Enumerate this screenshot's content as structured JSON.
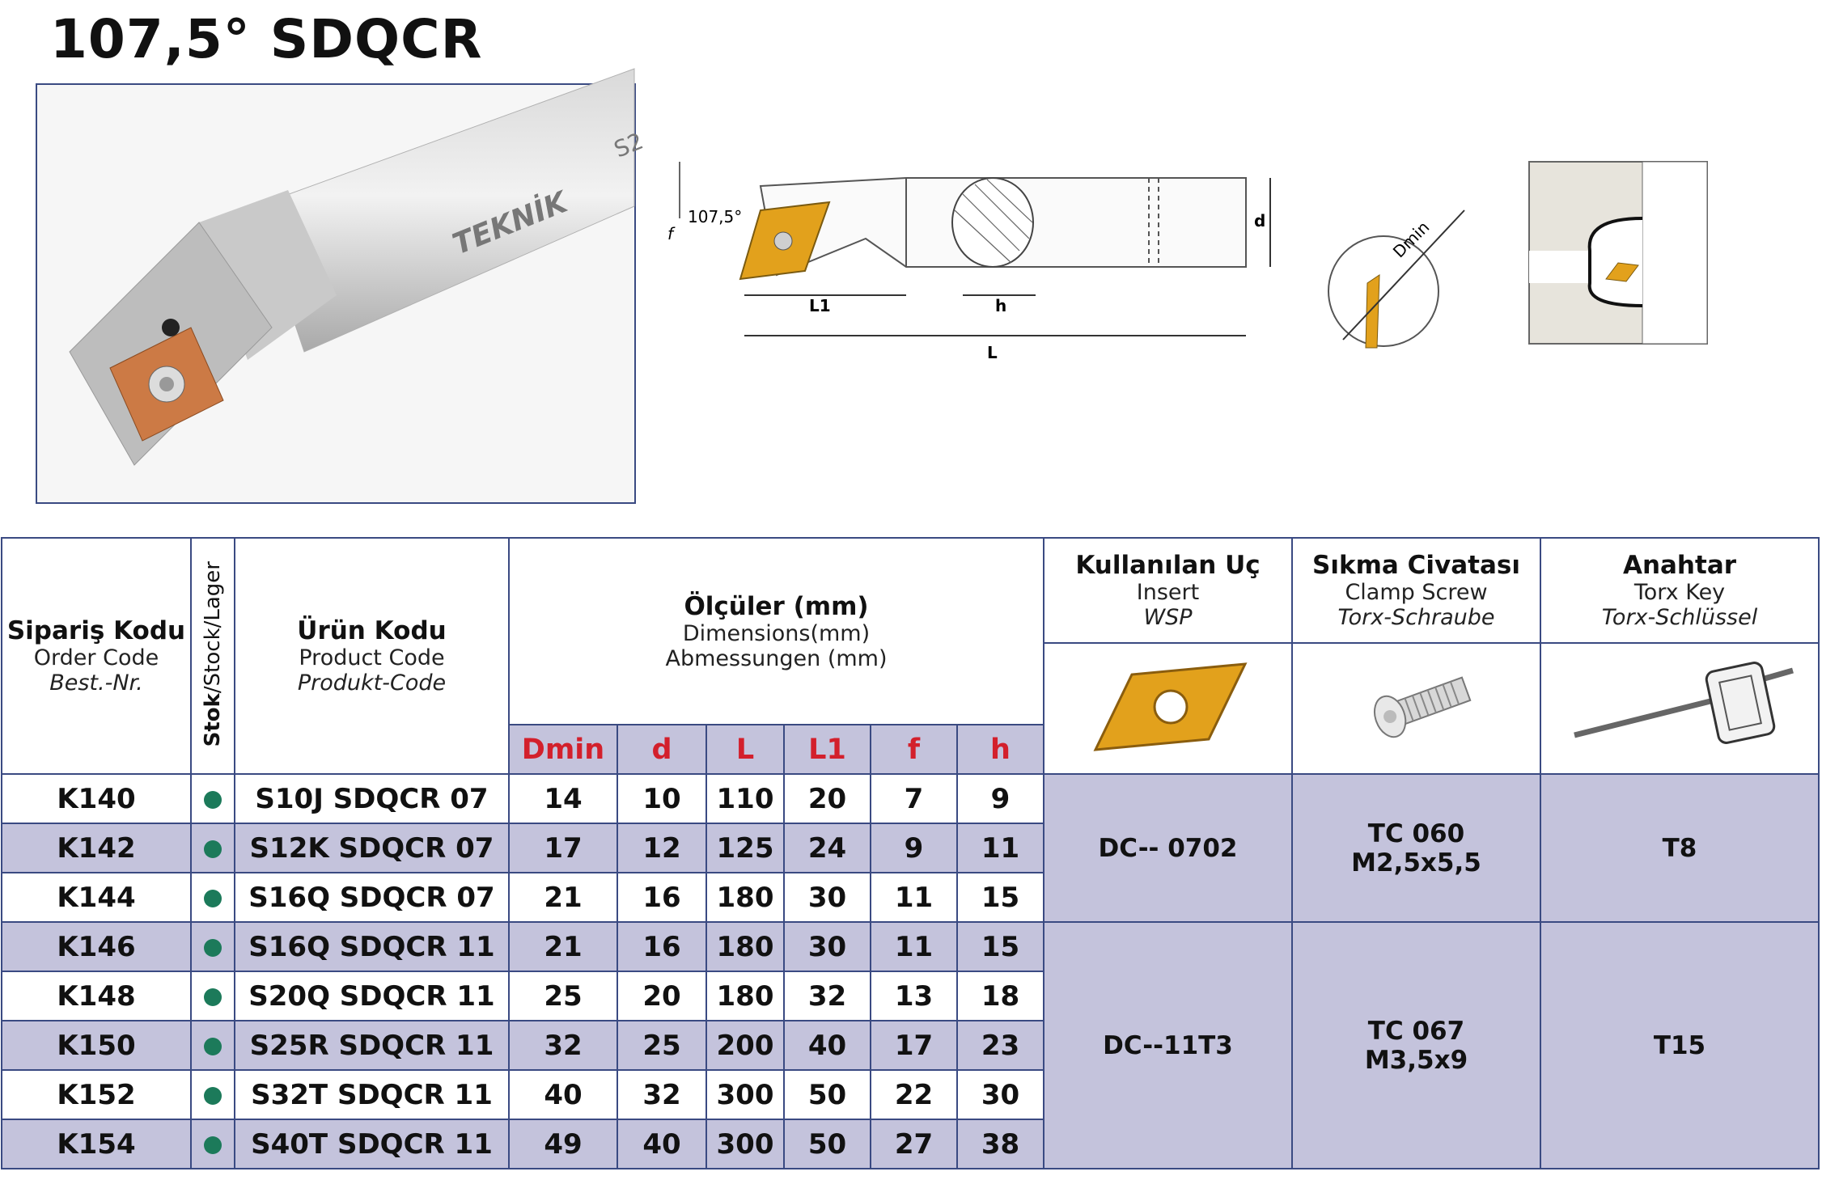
{
  "title": "107,5° SDQCR",
  "photo": {
    "brand": "TEKNİK",
    "mark": "S2"
  },
  "diagram": {
    "angle": "107,5°",
    "labels": {
      "f": "f",
      "d": "d",
      "L1": "L1",
      "h": "h",
      "L": "L",
      "Dmin": "Dmin"
    }
  },
  "table": {
    "headers": {
      "order": {
        "tr": "Sipariş Kodu",
        "en": "Order Code",
        "de": "Best.-Nr."
      },
      "stock": {
        "bold": "Stok",
        "rest": "/Stock/Lager"
      },
      "product": {
        "tr": "Ürün Kodu",
        "en": "Product Code",
        "de": "Produkt-Code"
      },
      "dims": {
        "tr": "Ölçüler (mm)",
        "en": "Dimensions(mm)",
        "de": "Abmessungen (mm)"
      },
      "insert": {
        "tr": "Kullanılan Uç",
        "en": "Insert",
        "de": "WSP"
      },
      "screw": {
        "tr": "Sıkma Civatası",
        "en": "Clamp Screw",
        "de": "Torx-Schraube"
      },
      "key": {
        "tr": "Anahtar",
        "en": "Torx Key",
        "de": "Torx-Schlüssel"
      }
    },
    "dim_cols": [
      "Dmin",
      "d",
      "L",
      "L1",
      "f",
      "h"
    ],
    "rows": [
      {
        "order": "K140",
        "product": "S10J SDQCR 07",
        "Dmin": "14",
        "d": "10",
        "L": "110",
        "L1": "20",
        "f": "7",
        "h": "9"
      },
      {
        "order": "K142",
        "product": "S12K SDQCR 07",
        "Dmin": "17",
        "d": "12",
        "L": "125",
        "L1": "24",
        "f": "9",
        "h": "11"
      },
      {
        "order": "K144",
        "product": "S16Q SDQCR 07",
        "Dmin": "21",
        "d": "16",
        "L": "180",
        "L1": "30",
        "f": "11",
        "h": "15"
      },
      {
        "order": "K146",
        "product": "S16Q SDQCR 11",
        "Dmin": "21",
        "d": "16",
        "L": "180",
        "L1": "30",
        "f": "11",
        "h": "15"
      },
      {
        "order": "K148",
        "product": "S20Q SDQCR 11",
        "Dmin": "25",
        "d": "20",
        "L": "180",
        "L1": "32",
        "f": "13",
        "h": "18"
      },
      {
        "order": "K150",
        "product": "S25R SDQCR 11",
        "Dmin": "32",
        "d": "25",
        "L": "200",
        "L1": "40",
        "f": "17",
        "h": "23"
      },
      {
        "order": "K152",
        "product": "S32T SDQCR 11",
        "Dmin": "40",
        "d": "32",
        "L": "300",
        "L1": "50",
        "f": "22",
        "h": "30"
      },
      {
        "order": "K154",
        "product": "S40T SDQCR 11",
        "Dmin": "49",
        "d": "40",
        "L": "300",
        "L1": "50",
        "f": "27",
        "h": "38"
      }
    ],
    "groups": [
      {
        "insert": "DC-- 0702",
        "screw_line1": "TC 060",
        "screw_line2": "M2,5x5,5",
        "key": "T8"
      },
      {
        "insert": "DC--11T3",
        "screw_line1": "TC 067",
        "screw_line2": "M3,5x9",
        "key": "T15"
      }
    ]
  },
  "colors": {
    "row_alt": "#c4c3dc",
    "border": "#3a4a82",
    "dim_header_text": "#d3202c",
    "stock_dot": "#1c7a5a",
    "insert": "#e2a11c"
  }
}
